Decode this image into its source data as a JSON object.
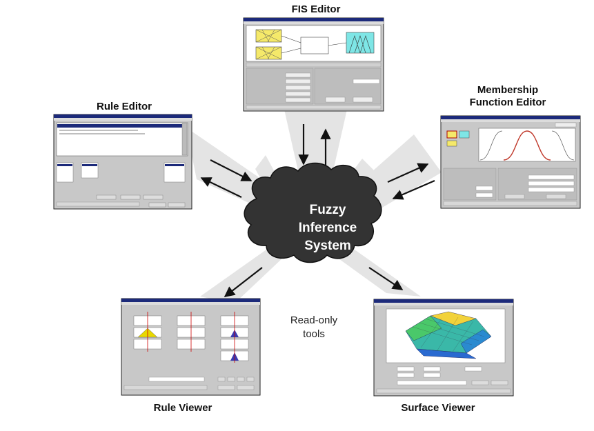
{
  "center": {
    "line1": "Fuzzy",
    "line2": "Inference",
    "line3": "System"
  },
  "note": {
    "line1": "Read-only",
    "line2": "tools"
  },
  "labels": {
    "fis_editor": "FIS Editor",
    "mf_editor_line1": "Membership",
    "mf_editor_line2": "Function Editor",
    "rule_editor": "Rule Editor",
    "rule_viewer": "Rule Viewer",
    "surface_viewer": "Surface Viewer"
  },
  "colors": {
    "cloud": "#333333",
    "rays": "#e4e4e4",
    "window_bg": "#c8c8c8",
    "titlebar": "#1c2a7a",
    "mf_yellow": "#f5e96a",
    "mf_cyan": "#7ee6e6",
    "mf_red": "#c0392b",
    "viewer_yellow": "#e8d800",
    "viewer_blue": "#3a3ab0"
  }
}
